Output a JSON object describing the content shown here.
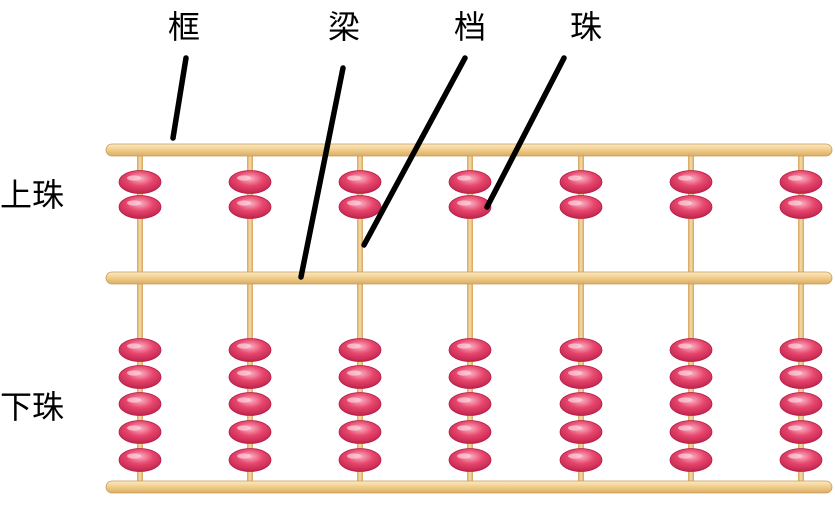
{
  "labels": {
    "frame": "框",
    "beam": "梁",
    "rod": "档",
    "bead": "珠",
    "upper_beads": "上珠",
    "lower_beads": "下珠"
  },
  "abacus": {
    "rod_count": 7,
    "upper_beads_per_rod": 2,
    "lower_beads_per_rod": 5
  },
  "colors": {
    "frame": "#F2CF8E",
    "frame_edge": "#C99B55",
    "rod": "#E8BE78",
    "bead_light": "#F7A1B4",
    "bead_main": "#E23A62",
    "bead_dark": "#B81E47",
    "pointer": "#000000",
    "text": "#000000"
  }
}
